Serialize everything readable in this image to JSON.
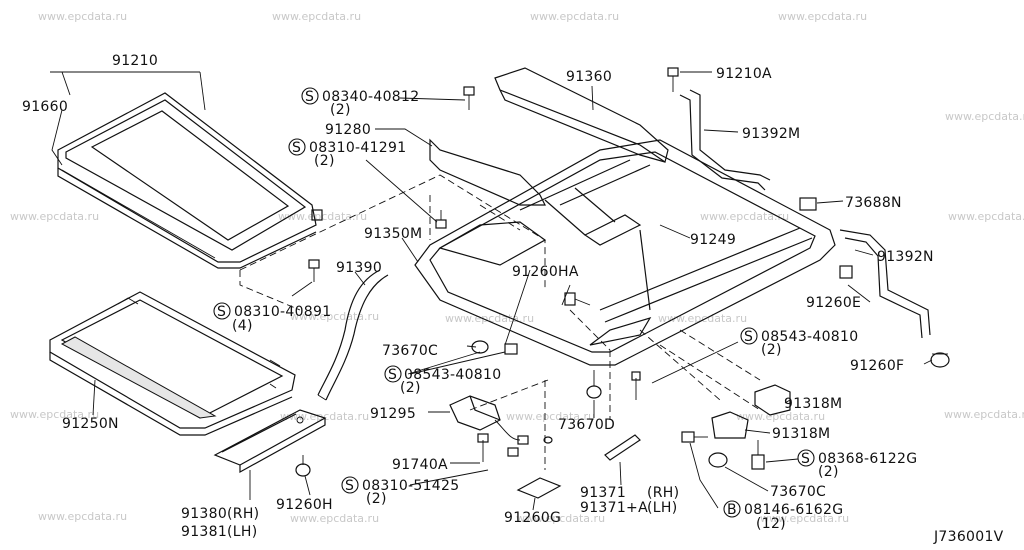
{
  "watermark": "www.epcdata.ru",
  "code": "J736001V",
  "labels": {
    "p91210": "91210",
    "p91660": "91660",
    "p91250N": "91250N",
    "p91380": "91380(RH)",
    "p91381": "91381(LH)",
    "p91260H": "91260H",
    "p91390": "91390",
    "p91350M": "91350M",
    "p91280": "91280",
    "p91360": "91360",
    "p91210A": "91210A",
    "p91392M": "91392M",
    "p73688N": "73688N",
    "p91392N": "91392N",
    "p91249": "91249",
    "p91260HA": "91260HA",
    "p91260E": "91260E",
    "p91260F": "91260F",
    "p73670C_a": "73670C",
    "p73670C_b": "73670C",
    "p73670D": "73670D",
    "p91295": "91295",
    "p91740A": "91740A",
    "p91260G": "91260G",
    "p91371": "91371",
    "p91371RH": "(RH)",
    "p91371A": "91371+A",
    "p91371LH": "(LH)",
    "p91318M_a": "91318M",
    "p91318M_b": "91318M"
  },
  "screws": {
    "s1": {
      "code": "08340-40812",
      "qty": "(2)",
      "mark": "S"
    },
    "s2": {
      "code": "08310-41291",
      "qty": "(2)",
      "mark": "S"
    },
    "s3": {
      "code": "08310-40891",
      "qty": "(4)",
      "mark": "S"
    },
    "s4": {
      "code": "08543-40810",
      "qty": "(2)",
      "mark": "S"
    },
    "s5": {
      "code": "08543-40810",
      "qty": "(2)",
      "mark": "S"
    },
    "s6": {
      "code": "08310-51425",
      "qty": "(2)",
      "mark": "S"
    },
    "s7": {
      "code": "08368-6122G",
      "qty": "(2)",
      "mark": "S"
    },
    "s8": {
      "code": "08146-6162G",
      "qty": "(12)",
      "mark": "B"
    }
  }
}
